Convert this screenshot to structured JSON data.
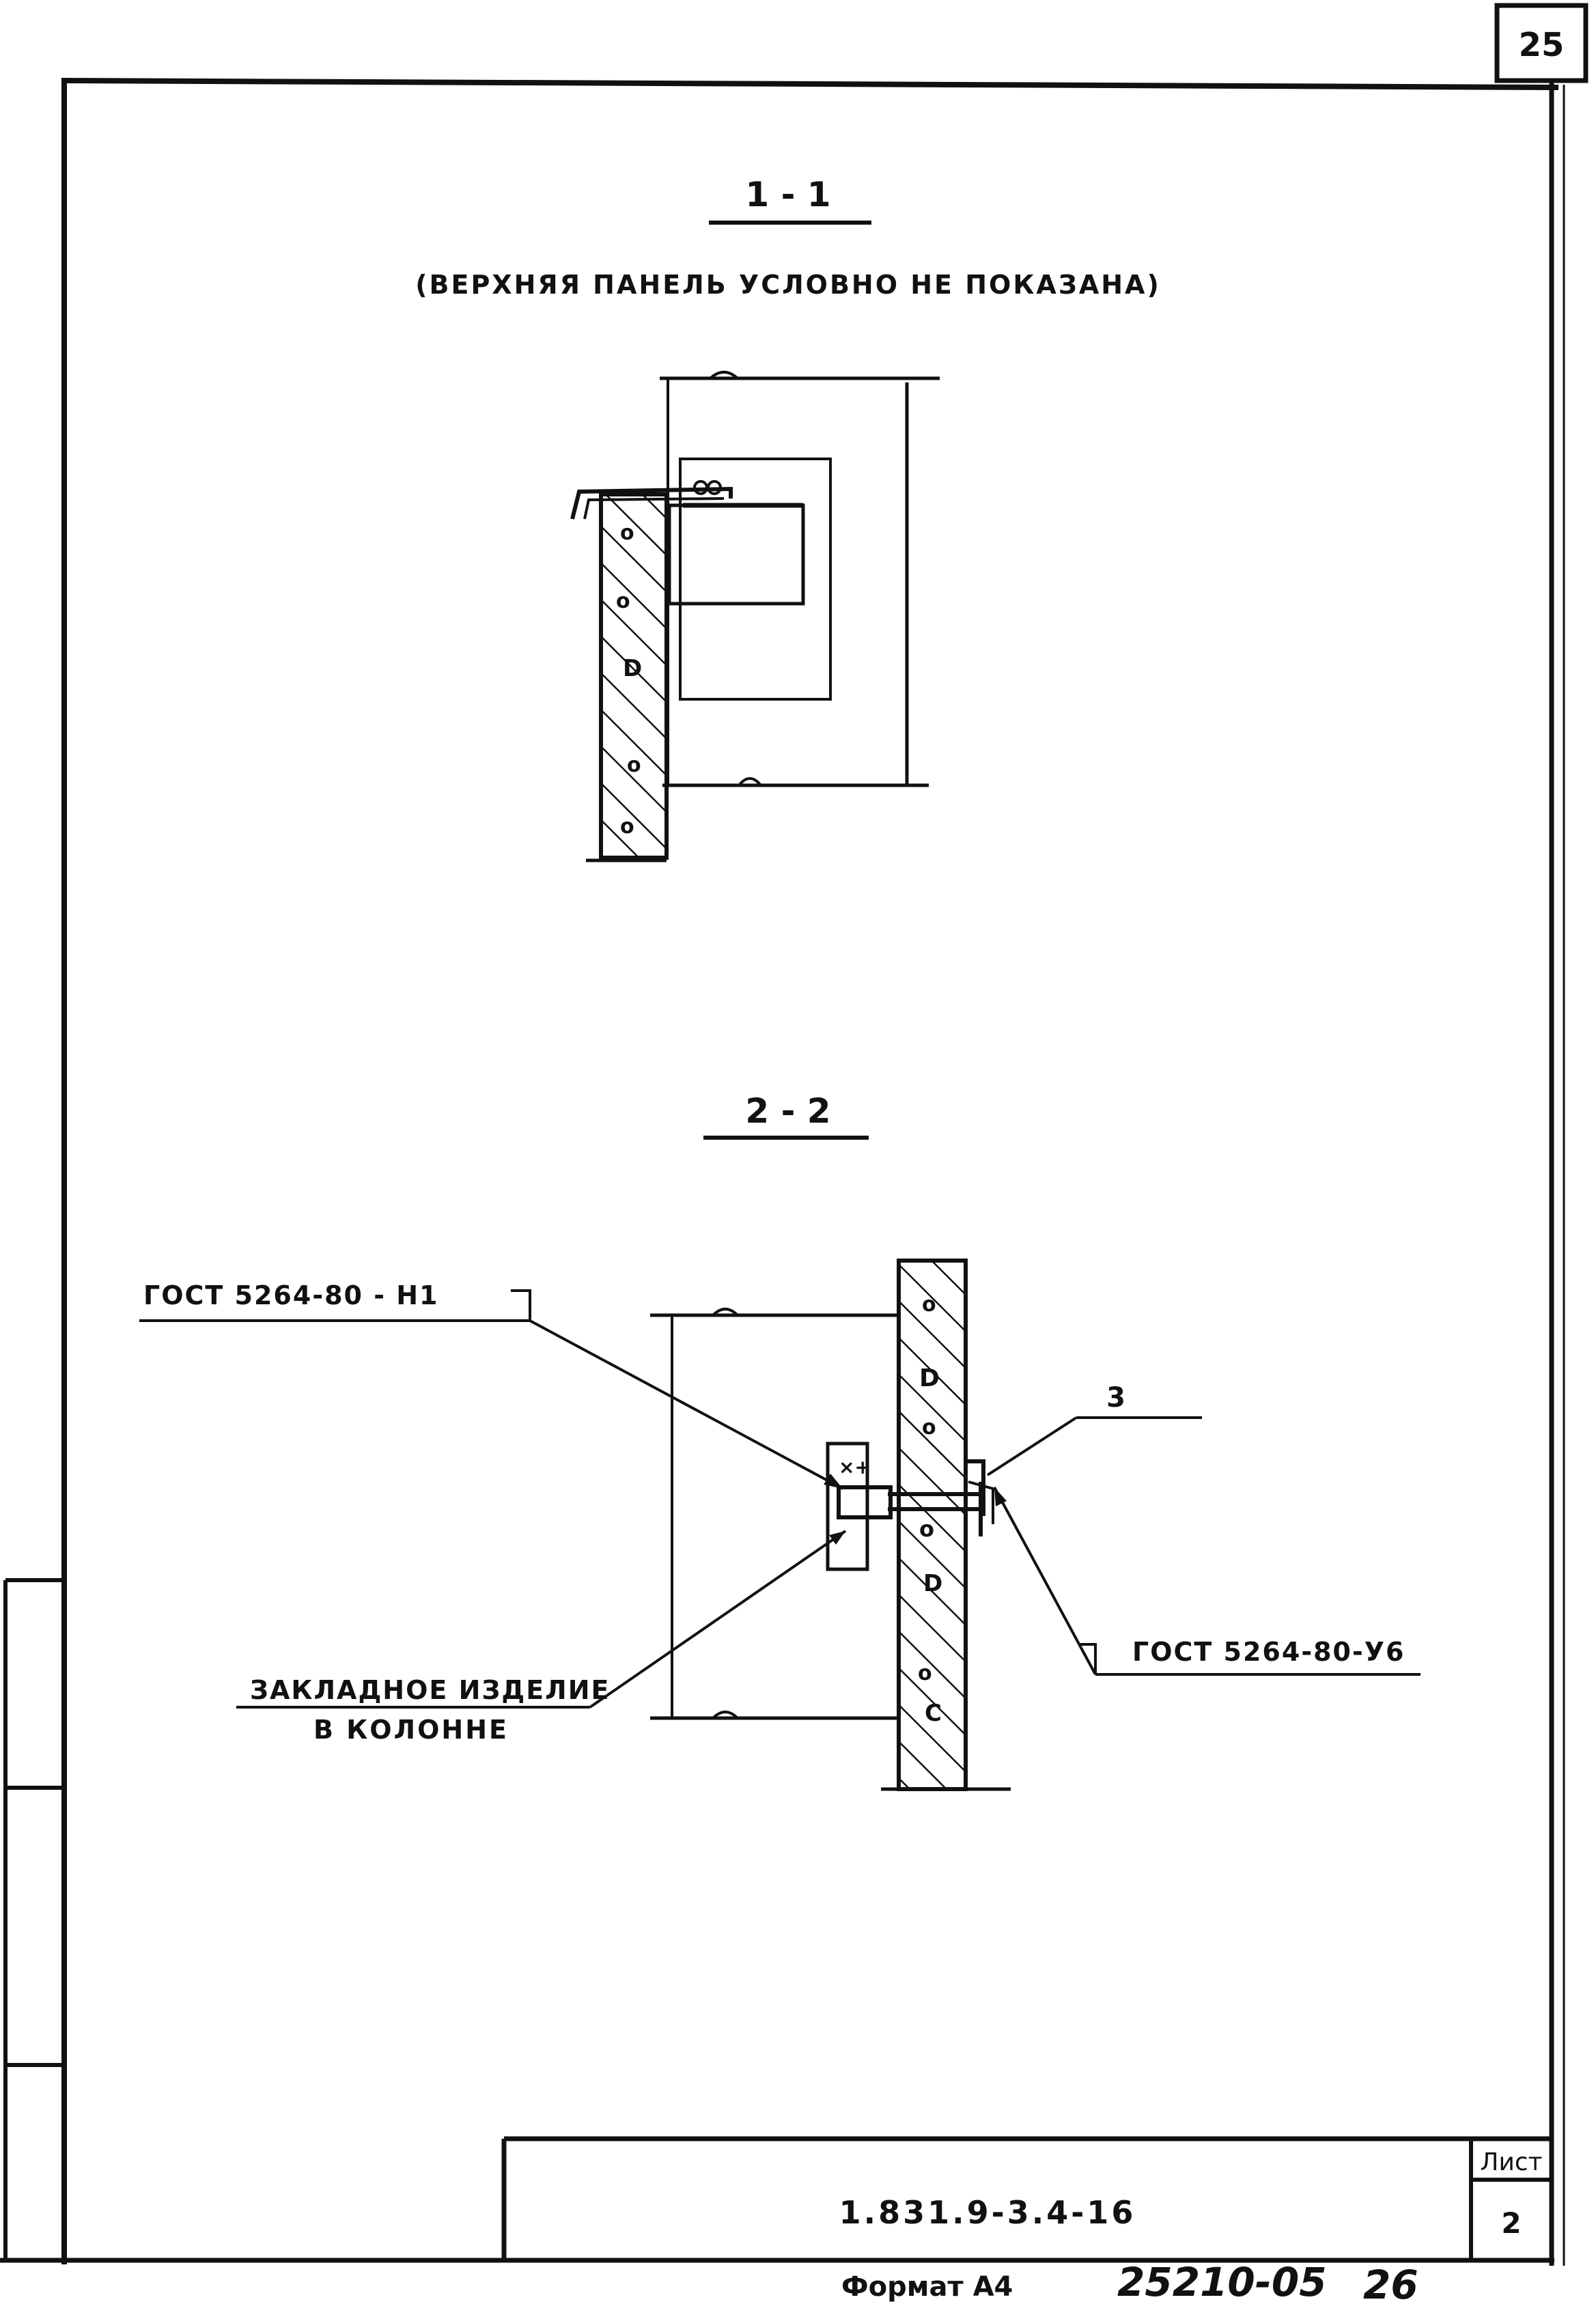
{
  "sheet": {
    "page_number_top": "25",
    "designation": "1.831.9-3.4-16",
    "sheet_label": "Лист",
    "sheet_number": "2",
    "format_label": "Формат А4",
    "inventory_number": "25210-05",
    "inventory_page": "26"
  },
  "section_1": {
    "title": "1 - 1",
    "note": "(ВЕРХНЯЯ ПАНЕЛЬ УСЛОВНО НЕ ПОКАЗАНА)"
  },
  "section_2": {
    "title": "2 - 2",
    "callout_weld_top": "ГОСТ 5264-80 - Н1",
    "callout_part_number": "3",
    "callout_weld_right": "ГОСТ 5264-80-У6",
    "callout_embedded_line1": "ЗАКЛАДНОЕ ИЗДЕЛИЕ",
    "callout_embedded_line2": "В КОЛОННЕ"
  },
  "colors": {
    "ink": "#111111",
    "paper": "#ffffff"
  }
}
